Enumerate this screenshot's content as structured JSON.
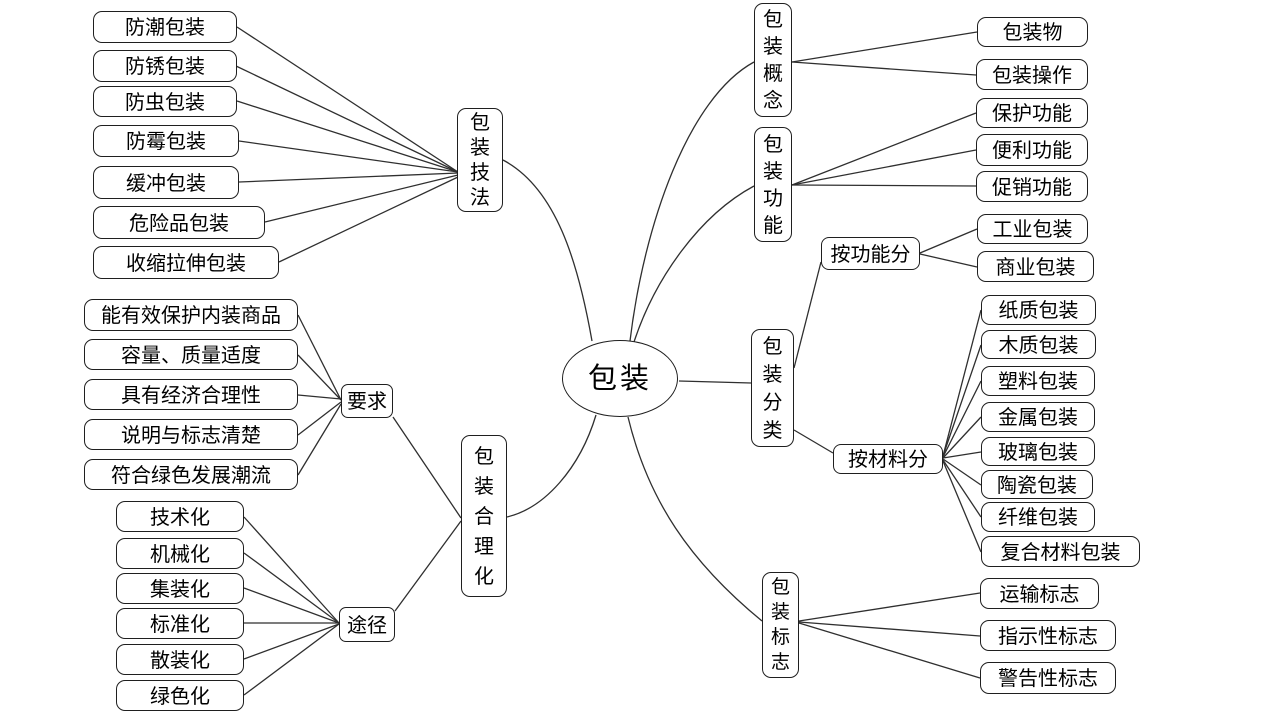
{
  "root": {
    "label": "包装"
  },
  "left": {
    "techniques": {
      "label": "包装技法",
      "items": [
        "防潮包装",
        "防锈包装",
        "防虫包装",
        "防霉包装",
        "缓冲包装",
        "危险品包装",
        "收缩拉伸包装"
      ]
    },
    "rationalization": {
      "label": "包装合理化",
      "requirements": {
        "label": "要求",
        "items": [
          "能有效保护内装商品",
          "容量、质量适度",
          "具有经济合理性",
          "说明与标志清楚",
          "符合绿色发展潮流"
        ]
      },
      "approaches": {
        "label": "途径",
        "items": [
          "技术化",
          "机械化",
          "集装化",
          "标准化",
          "散装化",
          "绿色化"
        ]
      }
    }
  },
  "right": {
    "concept": {
      "label": "包装概念",
      "items": [
        "包装物",
        "包装操作"
      ]
    },
    "functions": {
      "label": "包装功能",
      "items": [
        "保护功能",
        "便利功能",
        "促销功能"
      ]
    },
    "classification": {
      "label": "包装分类",
      "by_function": {
        "label": "按功能分",
        "items": [
          "工业包装",
          "商业包装"
        ]
      },
      "by_material": {
        "label": "按材料分",
        "items": [
          "纸质包装",
          "木质包装",
          "塑料包装",
          "金属包装",
          "玻璃包装",
          "陶瓷包装",
          "纤维包装",
          "复合材料包装"
        ]
      }
    },
    "marks": {
      "label": "包装标志",
      "items": [
        "运输标志",
        "指示性标志",
        "警告性标志"
      ]
    }
  },
  "colors": {
    "background": "#ffffff",
    "node_border": "#1f1f1f",
    "connector_line": "#2f2f2f",
    "text": "#000000"
  }
}
